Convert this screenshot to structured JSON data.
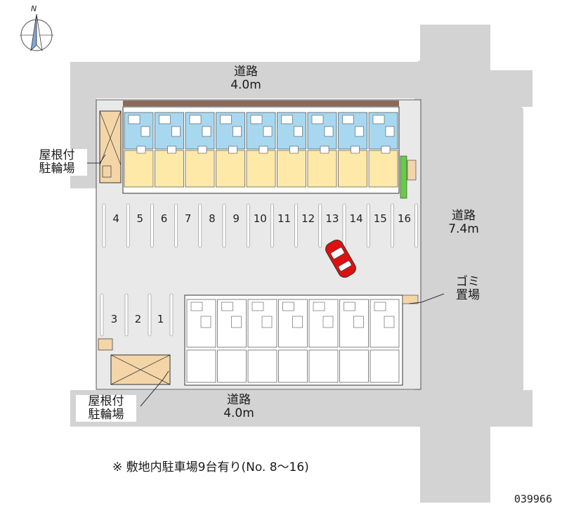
{
  "compass": {
    "north_letter": "N",
    "icon": "north-arrow-icon"
  },
  "roads": {
    "top": {
      "name": "道路",
      "width": "4.0m"
    },
    "right": {
      "name": "道路",
      "width": "7.4m"
    },
    "bottom": {
      "name": "道路",
      "width": "4.0m"
    }
  },
  "labels": {
    "bike_parking_top": [
      "屋根付",
      "駐輪場"
    ],
    "bike_parking_bottom": [
      "屋根付",
      "駐輪場"
    ],
    "garbage": [
      "ゴミ",
      "置場"
    ]
  },
  "parking_spots_top": [
    "4",
    "5",
    "6",
    "7",
    "8",
    "9",
    "10",
    "11",
    "12",
    "13",
    "14",
    "15",
    "16"
  ],
  "parking_spots_left": [
    "3",
    "2",
    "1"
  ],
  "note": "※ 敷地内駐車場9台有り(No. 8～16)",
  "code": "039966",
  "colors": {
    "road": "#d3d3d3",
    "lot": "#e9e9e9",
    "building": "#ffffff",
    "unit_bath": "#a8d8f0",
    "unit_room": "#ffe9a8",
    "bike_shelter": "#f3d5a8",
    "hedge": "#66cc44",
    "fence": "#8a6a5a",
    "car": "#dd1111",
    "outline": "#333333"
  }
}
